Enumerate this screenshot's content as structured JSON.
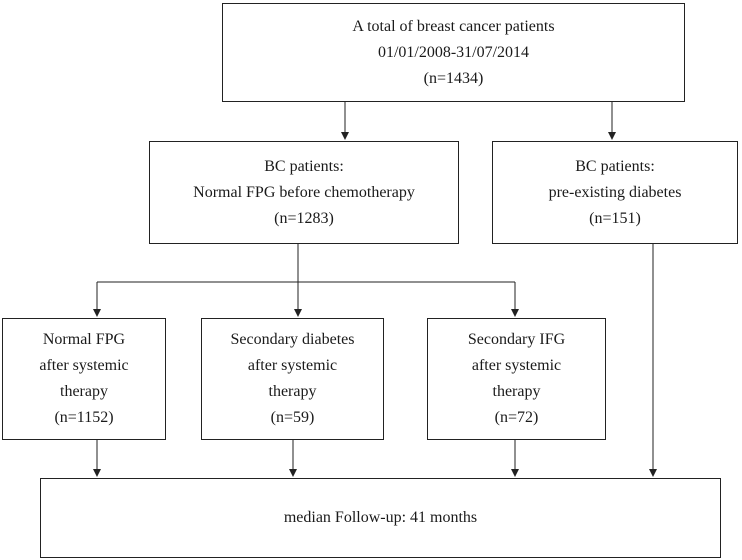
{
  "boxes": {
    "total": [
      "A total of breast cancer patients",
      "01/01/2008-31/07/2014",
      "(n=1434)"
    ],
    "normal_fpg_before": [
      "BC patients:",
      "Normal FPG before chemotherapy",
      "(n=1283)"
    ],
    "preexisting_diabetes": [
      "BC patients:",
      "pre-existing diabetes",
      "(n=151)"
    ],
    "normal_fpg_after": [
      "Normal FPG",
      "after systemic",
      "therapy",
      "(n=1152)"
    ],
    "secondary_diabetes": [
      "Secondary diabetes",
      "after systemic",
      "therapy",
      "(n=59)"
    ],
    "secondary_ifg": [
      "Secondary IFG",
      "after systemic",
      "therapy",
      "(n=72)"
    ],
    "followup": [
      "median Follow-up: 41 months"
    ]
  },
  "colors": {
    "stroke": "#222222"
  }
}
